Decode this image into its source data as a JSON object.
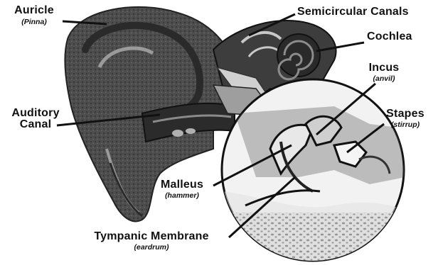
{
  "labels": {
    "auricle": {
      "name": "Auricle",
      "alt": "(Pinna)"
    },
    "semicircular": {
      "name": "Semicircular Canals"
    },
    "cochlea": {
      "name": "Cochlea"
    },
    "incus": {
      "name": "Incus",
      "alt": "(anvil)"
    },
    "auditory_canal": {
      "line1": "Auditory",
      "line2": "Canal"
    },
    "stapes": {
      "name": "Stapes",
      "alt": "(stirrup)"
    },
    "malleus": {
      "name": "Malleus",
      "alt": "(hammer)"
    },
    "tympanic": {
      "name": "Tympanic Membrane",
      "alt": "(eardrum)"
    }
  },
  "colors": {
    "ink": "#111111",
    "tissue": "#5a5a5a",
    "dark": "#2a2a2a",
    "light": "#bdbdbd",
    "paper": "#ffffff"
  }
}
